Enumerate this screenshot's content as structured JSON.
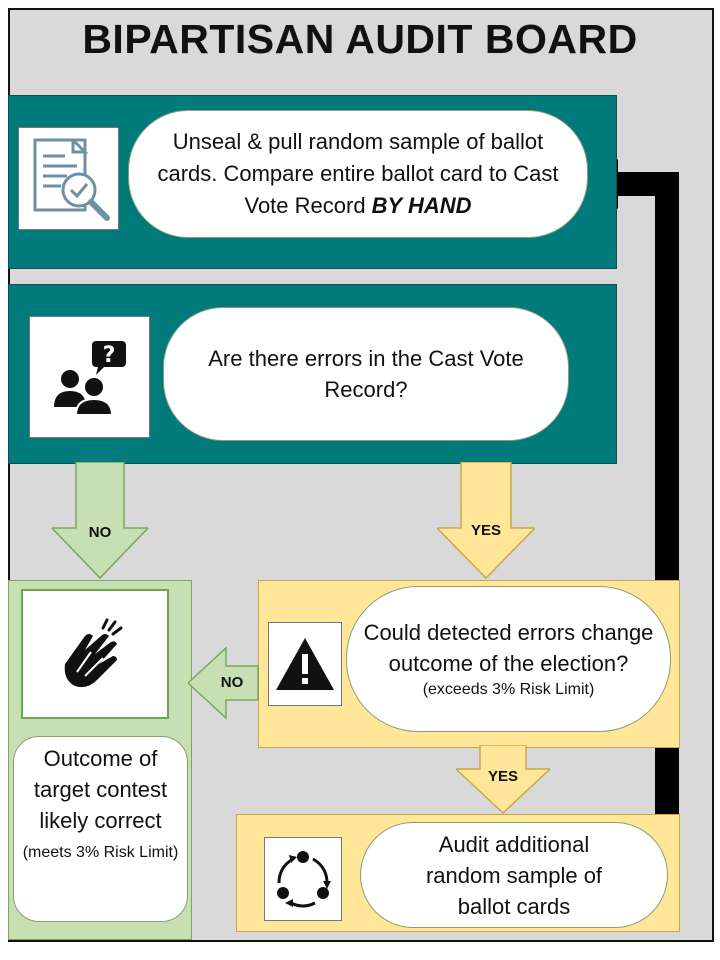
{
  "title": "BIPARTISAN AUDIT BOARD",
  "step1": {
    "text_plain": "Unseal & pull random sample of ballot cards. Compare entire ballot card to Cast Vote Record ",
    "text_emphasis": "BY HAND"
  },
  "step2": {
    "text": "Are there errors in the Cast Vote Record?"
  },
  "decision": {
    "text": "Could detected errors change outcome of the election?",
    "note": "(exceeds 3% Risk Limit)"
  },
  "step3": {
    "text": "Audit additional random sample of ballot cards"
  },
  "result": {
    "text": "Outcome of target contest likely correct",
    "note": "(meets 3% Risk Limit)"
  },
  "labels": {
    "no": "NO",
    "yes": "YES"
  },
  "icons": {
    "step1": "document-magnifier-icon",
    "step2": "people-question-icon",
    "decision": "warning-triangle-icon",
    "step3": "cycle-icon",
    "result": "clapping-hands-icon"
  },
  "colors": {
    "teal": "#007a7a",
    "yellow": "#ffe699",
    "green": "#c6e0b4",
    "frame": "#d9d9d9"
  }
}
